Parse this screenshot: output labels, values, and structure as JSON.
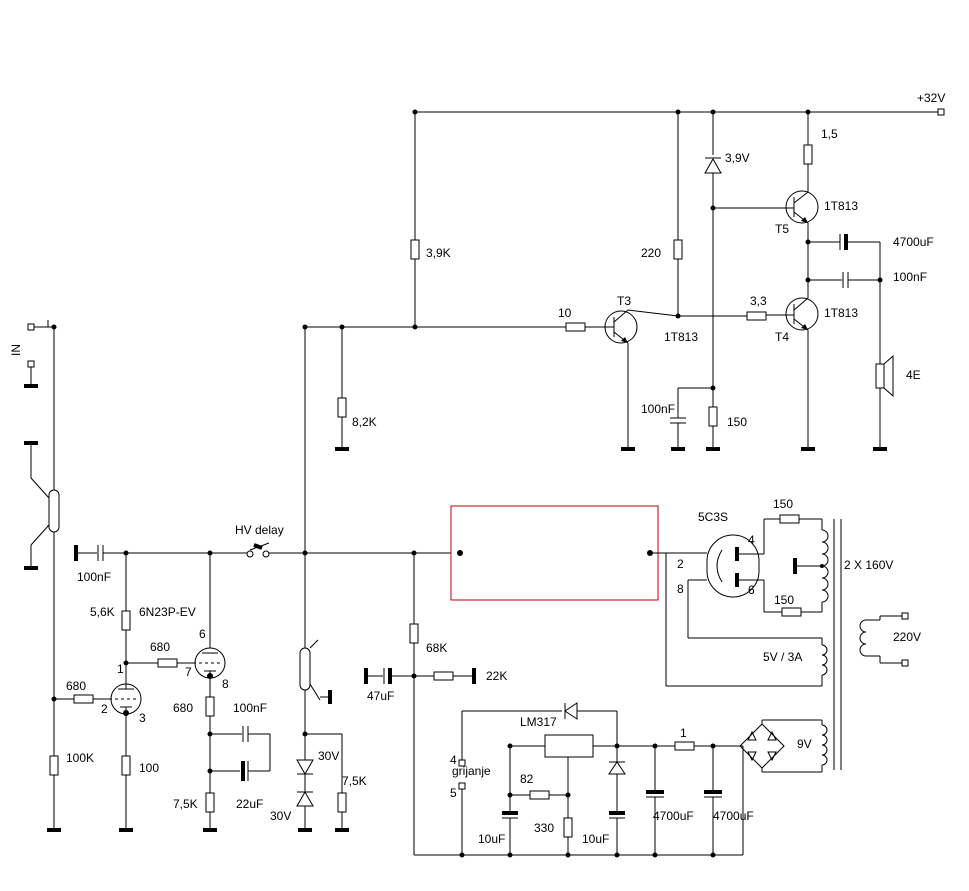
{
  "labels": {
    "supply_32v": "+32V",
    "r_1_5": "1,5",
    "z_3_9v": "3,9V",
    "t5_type": "1T813",
    "t5_name": "T5",
    "c_4700_top": "4700uF",
    "c_100nf_top": "100nF",
    "r_3_9k": "3,9K",
    "r_220": "220",
    "r_10": "10",
    "t3_name": "T3",
    "t3_type": "1T813",
    "r_3_3": "3,3",
    "t4_type": "1T813",
    "t4_name": "T4",
    "spk": "4E",
    "c_100nf_mid": "100nF",
    "r_150_mid": "150",
    "r_8_2k": "8,2K",
    "in": "IN",
    "hv_delay": "HV delay",
    "tube_rect": "5C3S",
    "pin2": "2",
    "pin4": "4",
    "pin6": "6",
    "pin8r": "8",
    "r_150_a": "150",
    "r_150_b": "150",
    "trans_sec": "2 X 160V",
    "mains": "220V",
    "heater_winding": "5V / 3A",
    "c_100nf_in": "100nF",
    "r_5_6k": "5,6K",
    "tube_name": "6N23P-EV",
    "pin_6": "6",
    "r_680_a": "680",
    "pin_1": "1",
    "pin_7": "7",
    "pin_8": "8",
    "r_680_b": "680",
    "pin_2": "2",
    "pin_3": "3",
    "r_680_c": "680",
    "c_100nf_c": "100nF",
    "r_68k": "68K",
    "c_47uf": "47uF",
    "r_22k": "22K",
    "r_100k": "100K",
    "r_100": "100",
    "c_22uf": "22uF",
    "z_30v_a": "30V",
    "r_7_5k_a": "7,5K",
    "r_7_5k_b": "7,5K",
    "z_30v_b": "30V",
    "regulator": "LM317",
    "heat_4": "4",
    "heat_name": "grijanje",
    "heat_5": "5",
    "r_82": "82",
    "r_330": "330",
    "c_10uf_a": "10uF",
    "c_10uf_b": "10uF",
    "r_1": "1",
    "c_4700_a": "4700uF",
    "c_4700_b": "4700uF",
    "v_9v": "9V"
  }
}
